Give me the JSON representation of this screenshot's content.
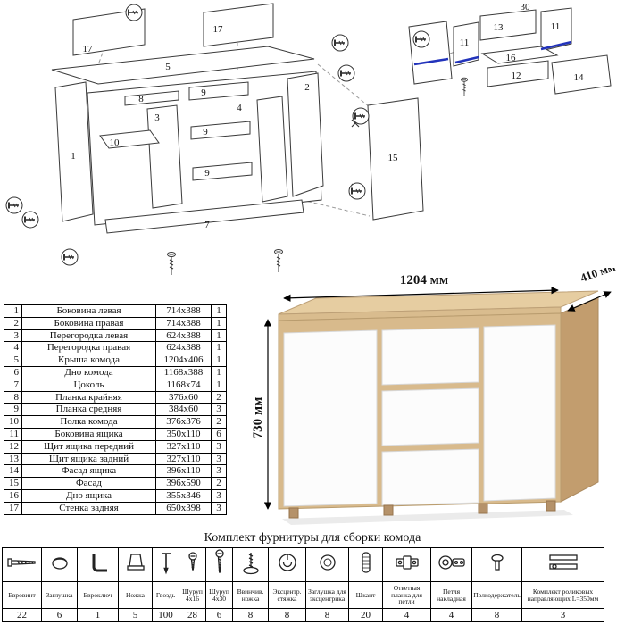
{
  "diagram": {
    "labels": {
      "back_left": "17",
      "back_right": "17",
      "top_panel": "5",
      "side_left": "1",
      "rail_top": "8",
      "partition_left": "3",
      "drawer_rail_1": "9",
      "partition_right": "4",
      "door_open": "2",
      "drawer_rail_2": "9",
      "shelf": "10",
      "drawer_rail_3": "9",
      "plinth": "7",
      "facade_door": "15",
      "drawer_back": "13",
      "drawer_side_left": "11",
      "drawer_side_right": "11",
      "drawer_bottom": "16",
      "drawer_front": "12",
      "drawer_facade": "14",
      "drawer_dim": "30"
    }
  },
  "product": {
    "dim_width": "1204 мм",
    "dim_depth": "410 мм",
    "dim_height": "730 мм",
    "wood_color": "#d8ba8c",
    "front_color": "#fcfcfc"
  },
  "parts_table": {
    "rows": [
      {
        "num": "1",
        "name": "Боковина левая",
        "size": "714x388",
        "qty": "1"
      },
      {
        "num": "2",
        "name": "Боковина правая",
        "size": "714x388",
        "qty": "1"
      },
      {
        "num": "3",
        "name": "Перегородка левая",
        "size": "624x388",
        "qty": "1"
      },
      {
        "num": "4",
        "name": "Перегородка правая",
        "size": "624x388",
        "qty": "1"
      },
      {
        "num": "5",
        "name": "Крыша комода",
        "size": "1204x406",
        "qty": "1"
      },
      {
        "num": "6",
        "name": "Дно комода",
        "size": "1168x388",
        "qty": "1"
      },
      {
        "num": "7",
        "name": "Цоколь",
        "size": "1168x74",
        "qty": "1"
      },
      {
        "num": "8",
        "name": "Планка крайняя",
        "size": "376x60",
        "qty": "2"
      },
      {
        "num": "9",
        "name": "Планка средняя",
        "size": "384x60",
        "qty": "3"
      },
      {
        "num": "10",
        "name": "Полка комода",
        "size": "376x376",
        "qty": "2"
      },
      {
        "num": "11",
        "name": "Боковина ящика",
        "size": "350x110",
        "qty": "6"
      },
      {
        "num": "12",
        "name": "Щит ящика передний",
        "size": "327x110",
        "qty": "3"
      },
      {
        "num": "13",
        "name": "Щит ящика задний",
        "size": "327x110",
        "qty": "3"
      },
      {
        "num": "14",
        "name": "Фасад ящика",
        "size": "396x110",
        "qty": "3"
      },
      {
        "num": "15",
        "name": "Фасад",
        "size": "396x590",
        "qty": "2"
      },
      {
        "num": "16",
        "name": "Дно ящика",
        "size": "355x346",
        "qty": "3"
      },
      {
        "num": "17",
        "name": "Стенка задняя",
        "size": "650x398",
        "qty": "3"
      }
    ]
  },
  "hardware": {
    "title": "Комплект фурнитуры для сборки комода",
    "items": [
      {
        "icon": "euroscrew-icon",
        "name": "Евровинт",
        "qty": "22",
        "width": 44
      },
      {
        "icon": "plug-icon",
        "name": "Заглушка",
        "qty": "6",
        "width": 40
      },
      {
        "icon": "hexkey-icon",
        "name": "Евроключ",
        "qty": "1",
        "width": 46
      },
      {
        "icon": "leg-icon",
        "name": "Ножка",
        "qty": "5",
        "width": 38
      },
      {
        "icon": "nail-icon",
        "name": "Гвоздь",
        "qty": "100",
        "width": 30
      },
      {
        "icon": "screw-4x16-icon",
        "name": "Шуруп 4x16",
        "qty": "28",
        "width": 30
      },
      {
        "icon": "screw-4x30-icon",
        "name": "Шуруп 4x30",
        "qty": "6",
        "width": 30
      },
      {
        "icon": "adjustable-leg-icon",
        "name": "Ввинчив. ножка",
        "qty": "8",
        "width": 40
      },
      {
        "icon": "cam-lock-icon",
        "name": "Эксцентр. стяжка",
        "qty": "8",
        "width": 42
      },
      {
        "icon": "cam-cover-icon",
        "name": "Заглушка для эксцентрика",
        "qty": "8",
        "width": 48
      },
      {
        "icon": "dowel-icon",
        "name": "Шкант",
        "qty": "20",
        "width": 38
      },
      {
        "icon": "hinge-plate-icon",
        "name": "Ответная планка для петли",
        "qty": "4",
        "width": 54
      },
      {
        "icon": "hinge-icon",
        "name": "Петля накладная",
        "qty": "4",
        "width": 46
      },
      {
        "icon": "shelf-pin-icon",
        "name": "Полкодержатель",
        "qty": "8",
        "width": 56
      },
      {
        "icon": "drawer-rails-icon",
        "name": "Комплект роликовых направляющих L=350мм",
        "qty": "3",
        "width": 92
      }
    ]
  }
}
